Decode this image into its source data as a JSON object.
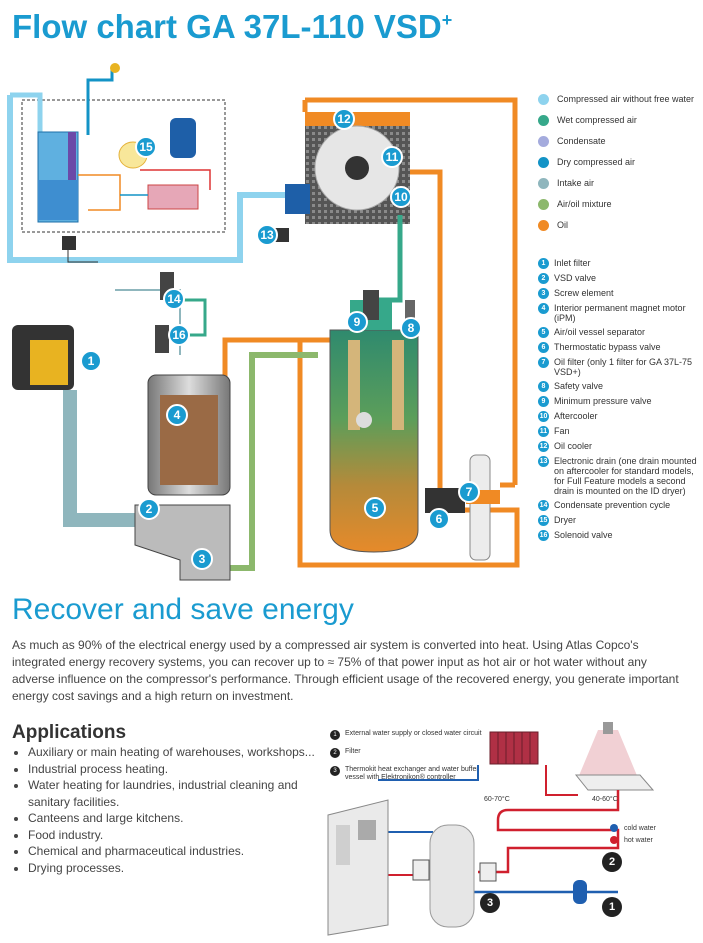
{
  "title": {
    "main": "Flow chart GA 37L-110 VSD",
    "sup": "+"
  },
  "legend": [
    {
      "label": "Compressed air without free water",
      "color": "#8ed3ee"
    },
    {
      "label": "Wet compressed air",
      "color": "#36a88a"
    },
    {
      "label": "Condensate",
      "color": "#a4abdd"
    },
    {
      "label": "Dry compressed air",
      "color": "#1393c6"
    },
    {
      "label": "Intake air",
      "color": "#8fb6bd"
    },
    {
      "label": "Air/oil mixture",
      "color": "#8cb86c"
    },
    {
      "label": "Oil",
      "color": "#f08a24"
    }
  ],
  "components": [
    {
      "n": "1",
      "label": "Inlet filter"
    },
    {
      "n": "2",
      "label": "VSD valve"
    },
    {
      "n": "3",
      "label": "Screw element"
    },
    {
      "n": "4",
      "label": "Interior permanent magnet motor (iPM)"
    },
    {
      "n": "5",
      "label": "Air/oil vessel separator"
    },
    {
      "n": "6",
      "label": "Thermostatic bypass valve"
    },
    {
      "n": "7",
      "label": "Oil filter (only 1 filter for GA 37L-75 VSD+)"
    },
    {
      "n": "8",
      "label": "Safety valve"
    },
    {
      "n": "9",
      "label": "Minimum pressure valve"
    },
    {
      "n": "10",
      "label": "Aftercooler"
    },
    {
      "n": "11",
      "label": "Fan"
    },
    {
      "n": "12",
      "label": "Oil cooler"
    },
    {
      "n": "13",
      "label": "Electronic drain (one drain mounted on aftercooler for standard models, for Full Feature models a second drain is mounted on the ID dryer)"
    },
    {
      "n": "14",
      "label": "Condensate prevention cycle"
    },
    {
      "n": "15",
      "label": "Dryer"
    },
    {
      "n": "16",
      "label": "Solenoid valve"
    }
  ],
  "section": {
    "heading": "Recover and save energy",
    "intro": "As much as 90% of the electrical energy used by a compressed air system is converted into heat. Using Atlas Copco's integrated energy recovery systems, you can recover up to ≈ 75% of that power input as hot air or hot water without any adverse influence on the compressor's performance. Through efficient usage of the recovered energy, you generate important energy cost savings and a high return on investment."
  },
  "applications": {
    "heading": "Applications",
    "items": [
      "Auxiliary or main heating of warehouses, workshops...",
      "Industrial process heating.",
      "Water heating for laundries, industrial cleaning and sanitary facilities.",
      "Canteens and large kitchens.",
      "Food industry.",
      "Chemical and pharmaceutical industries.",
      "Drying processes."
    ]
  },
  "energy_recovery": {
    "steps": [
      {
        "n": "1",
        "label": "External water supply or closed water circuit"
      },
      {
        "n": "2",
        "label": "Filter"
      },
      {
        "n": "3",
        "label": "Thermokit heat exchanger and water buffer vessel with Elektronikon® controller"
      }
    ],
    "temp_radiator": "60-70°C",
    "temp_shower": "40-60°C",
    "cold_water": "cold water",
    "hot_water": "hot water",
    "cold_color": "#1f5fb0",
    "hot_color": "#d0202e"
  }
}
